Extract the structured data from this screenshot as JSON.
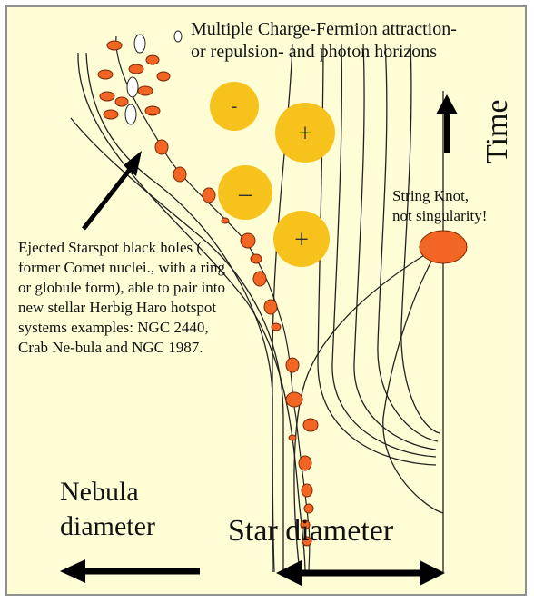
{
  "title": "Multiple Charge-Fermion attraction-\nor repulsion- and photon horizons",
  "time_label": "Time",
  "knot_label": "String Knot,\nnot singularity!",
  "ejected_label": "Ejected Starspot black holes ( former Comet nuclei., with a ring or globule form), able to pair into  new stellar Herbig Haro hotspot systems examples: NGC 2440, Crab Ne-bula and NGC 1987.",
  "nebula_label": "Nebula\ndiameter",
  "star_label": "Star diameter",
  "charges": [
    {
      "sign": "-"
    },
    {
      "sign": "+"
    },
    {
      "sign": "–"
    },
    {
      "sign": "+"
    }
  ],
  "colors": {
    "background": "#fefdd5",
    "charge_fill": "#f7c21b",
    "spot_fill": "#f26522",
    "arrow": "#000000",
    "lines": "#222222"
  }
}
